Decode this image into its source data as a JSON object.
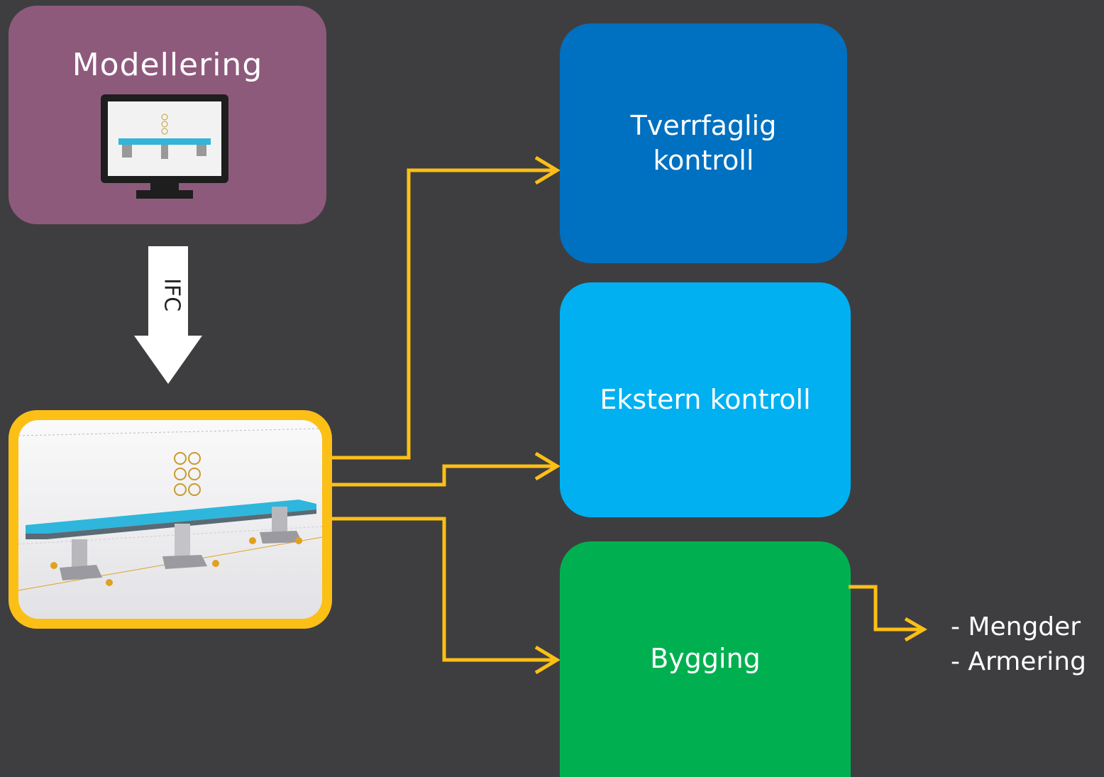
{
  "model_box": {
    "title": "Modellering"
  },
  "ifc_label": "IFC",
  "targets": {
    "tverrfaglig": "Tverrfaglig\nkontroll",
    "ekstern": "Ekstern kontroll",
    "bygging": "Bygging"
  },
  "outputs": [
    "- Mengder",
    "- Armering"
  ],
  "colors": {
    "background": "#3e3e40",
    "modellering": "#8e5a7c",
    "tverrfaglig": "#0070c0",
    "ekstern": "#00b0f0",
    "bygging": "#00b050",
    "connector": "#fbbf16"
  },
  "icons": [
    "monitor-icon",
    "bridge-model-image",
    "down-arrow-icon"
  ]
}
